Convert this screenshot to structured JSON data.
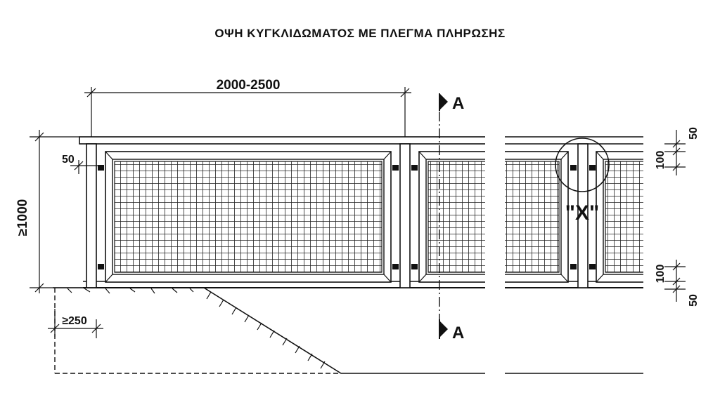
{
  "title": "ΟΨΗ ΚΥΓΚΛΙΔΩΜΑΤΟΣ ΜΕ ΠΛΕΓΜΑ ΠΛΗΡΩΣΗΣ",
  "dimensions": {
    "post_spacing": "2000-2500",
    "height": "≥1000",
    "top_offset": "50",
    "ground_offset": "≥250",
    "right_top_50": "50",
    "right_top_100": "100",
    "right_bottom_100": "100",
    "right_bottom_50": "50"
  },
  "section_marker": "A",
  "detail_label": "\"X\"",
  "colors": {
    "line": "#111111",
    "background": "#ffffff"
  }
}
